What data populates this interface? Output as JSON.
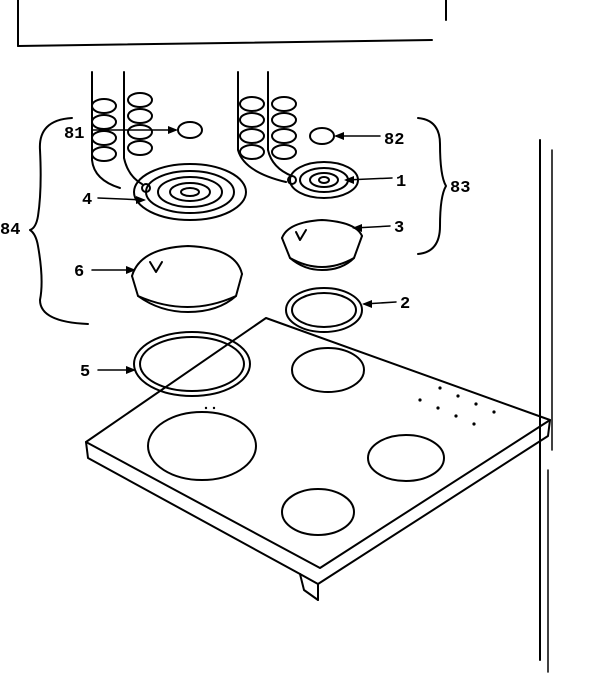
{
  "diagram": {
    "callouts": {
      "c81": "81",
      "c82": "82",
      "c1": "1",
      "c83": "83",
      "c4": "4",
      "c3": "3",
      "c84": "84",
      "c6": "6",
      "c2": "2",
      "c5": "5"
    }
  }
}
